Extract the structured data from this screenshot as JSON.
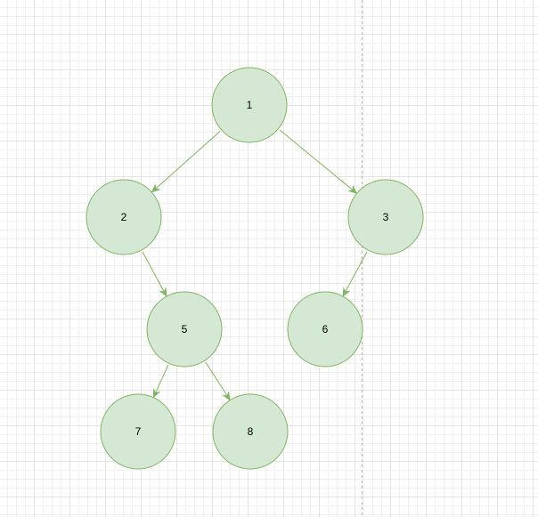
{
  "colors": {
    "node_fill": "#d5e8d4",
    "node_stroke": "#82b366",
    "edge": "#82b366",
    "page_break": "#b3b3b3"
  },
  "nodes": [
    {
      "id": "n1",
      "label": "1"
    },
    {
      "id": "n2",
      "label": "2"
    },
    {
      "id": "n3",
      "label": "3"
    },
    {
      "id": "n5",
      "label": "5"
    },
    {
      "id": "n6",
      "label": "6"
    },
    {
      "id": "n7",
      "label": "7"
    },
    {
      "id": "n8",
      "label": "8"
    }
  ],
  "edges": [
    {
      "from": "n1",
      "to": "n2"
    },
    {
      "from": "n1",
      "to": "n3"
    },
    {
      "from": "n2",
      "to": "n5"
    },
    {
      "from": "n3",
      "to": "n6"
    },
    {
      "from": "n5",
      "to": "n7"
    },
    {
      "from": "n5",
      "to": "n8"
    }
  ]
}
